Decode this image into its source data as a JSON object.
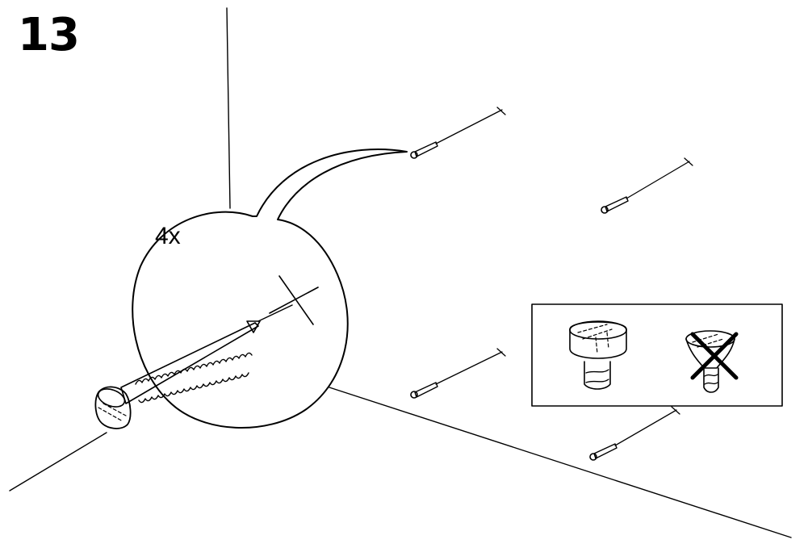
{
  "step": {
    "number": "13"
  },
  "detail": {
    "quantity": "4x"
  },
  "icons": {
    "wall_corner": "wall-corner-lines",
    "screw": "screw-icon",
    "correct_head": "flat-screw-head-correct-icon",
    "wrong_head": "countersunk-screw-head-wrong-icon",
    "cross": "cross-out-icon"
  }
}
